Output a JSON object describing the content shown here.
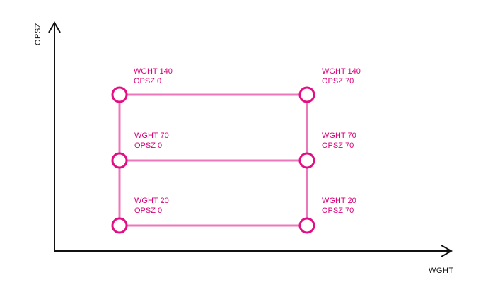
{
  "axes": {
    "x_label": "WGHT",
    "y_label": "OPSZ"
  },
  "colors": {
    "axis": "#111111",
    "edge": "#ec77bb",
    "node_stroke": "#e20e83",
    "label": "#d8007a"
  },
  "nodes": {
    "top_left": {
      "line1": "WGHT 140",
      "line2": "OPSZ 0"
    },
    "top_right": {
      "line1": "WGHT 140",
      "line2": "OPSZ 70"
    },
    "mid_left": {
      "line1": "WGHT 70",
      "line2": "OPSZ 0"
    },
    "mid_right": {
      "line1": "WGHT 70",
      "line2": "OPSZ 70"
    },
    "bottom_left": {
      "line1": "WGHT 20",
      "line2": "OPSZ 0"
    },
    "bottom_right": {
      "line1": "WGHT 20",
      "line2": "OPSZ 70"
    }
  }
}
